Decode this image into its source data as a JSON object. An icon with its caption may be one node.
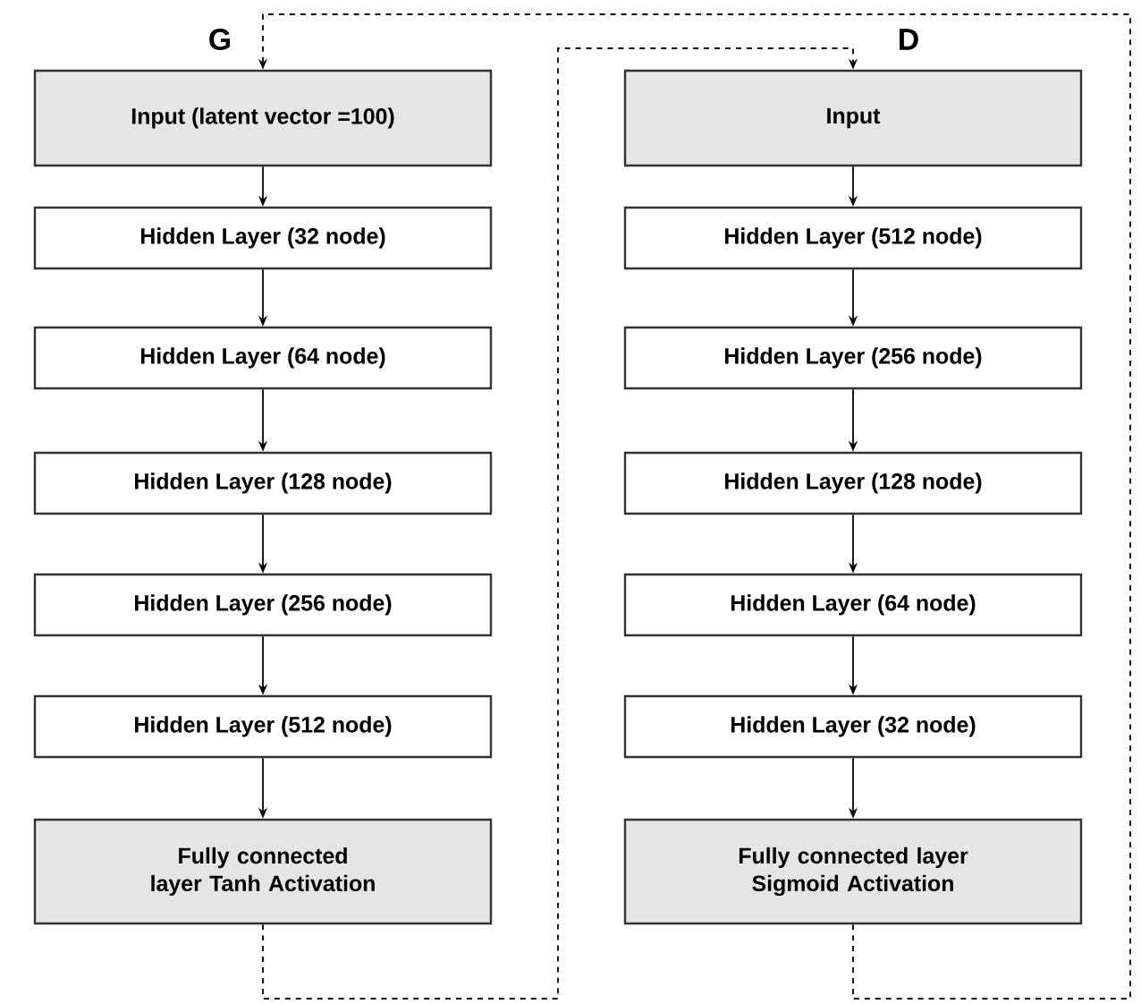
{
  "diagram": {
    "nodes": [
      {
        "text": [
          "Input (latent vector =100)"
        ]
      },
      {
        "text": [
          "Hidden Layer (32 node)"
        ]
      },
      {
        "text": [
          "Hidden Layer (64 node)"
        ]
      },
      {
        "text": [
          "Hidden Layer (128 node)"
        ]
      },
      {
        "text": [
          "Hidden Layer (256 node)"
        ]
      },
      {
        "text": [
          "Hidden Layer (512 node)"
        ]
      },
      {
        "text": [
          "Fully connected layer Tanh Activation"
        ]
      },
      {
        "text": [
          "Input"
        ]
      },
      {
        "text": [
          "Hidden Layer (512 node)"
        ]
      },
      {
        "text": [
          "Hidden Layer (256 node)"
        ]
      },
      {
        "text": [
          "Hidden Layer (128 node)"
        ]
      },
      {
        "text": [
          "Hidden Layer (64 node)"
        ]
      },
      {
        "text": [
          "Hidden Layer (32 node)"
        ]
      },
      {
        "text": [
          "Fully connected layer Sigmoid Activation"
        ]
      }
    ],
    "edges": [
      {
        "from": 0,
        "to": 1,
        "arrow": "to"
      },
      {
        "from": 1,
        "to": 2,
        "arrow": "to"
      },
      {
        "from": 2,
        "to": 3,
        "arrow": "to"
      },
      {
        "from": 3,
        "to": 4,
        "arrow": "to"
      },
      {
        "from": 4,
        "to": 5,
        "arrow": "to"
      },
      {
        "from": 5,
        "to": 6,
        "arrow": "to"
      },
      {
        "from": 7,
        "to": 8,
        "arrow": "to"
      },
      {
        "from": 8,
        "to": 9,
        "arrow": "to"
      },
      {
        "from": 9,
        "to": 10,
        "arrow": "to"
      },
      {
        "from": 10,
        "to": 11,
        "arrow": "to"
      },
      {
        "from": 11,
        "to": 12,
        "arrow": "to"
      },
      {
        "from": 12,
        "to": 13,
        "arrow": "to"
      },
      {
        "from": 6,
        "to": 7,
        "arrow": "to",
        "style": "dashed"
      },
      {
        "from": 13,
        "to": 0,
        "arrow": "to",
        "style": "dashed"
      }
    ],
    "labels": [
      "G",
      "D"
    ]
  }
}
